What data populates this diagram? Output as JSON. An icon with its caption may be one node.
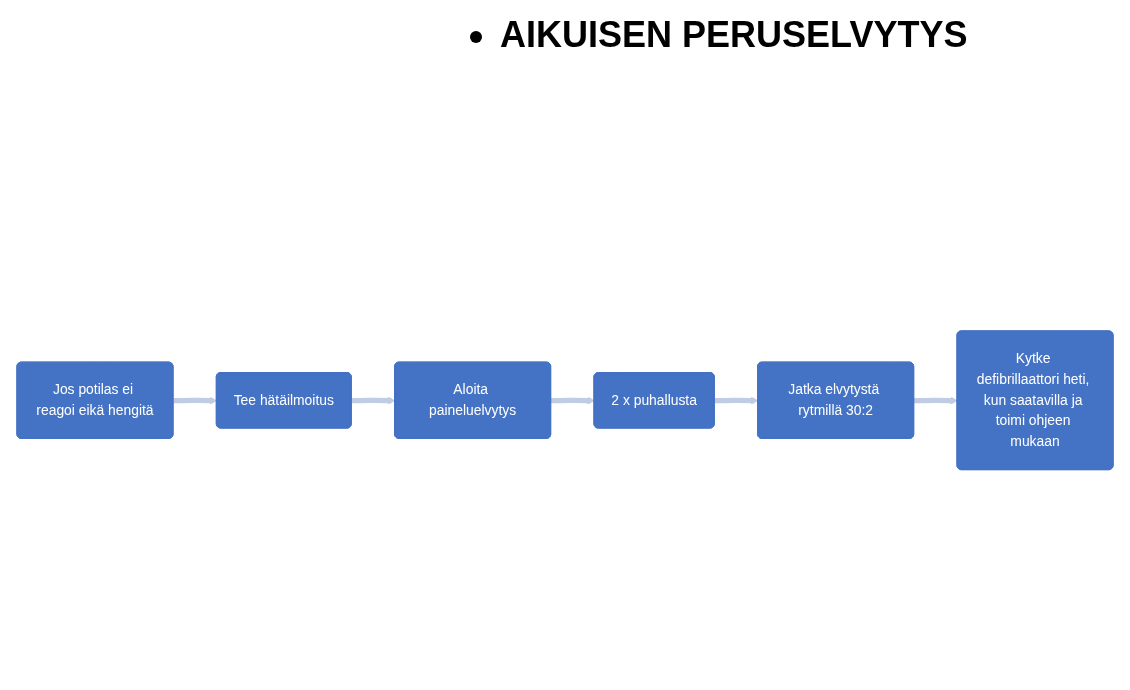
{
  "diagram": {
    "title": "AIKUISEN PERUSELVYTYS",
    "nodes": [
      {
        "text": [
          "Jos potilas ei reagoi eikä hengitä"
        ]
      },
      {
        "text": [
          "Tee hätäilmoitus"
        ]
      },
      {
        "text": [
          "Aloita paineluelvytys"
        ]
      },
      {
        "text": [
          "2 x puhallusta"
        ]
      },
      {
        "text": [
          "Jatka elvytystä rytmillä 30:2"
        ]
      },
      {
        "text": [
          "Kytke defibrillaattori heti, kun saatavilla ja toimi ohjeen mukaan"
        ]
      }
    ],
    "edges": [
      {
        "from": 0,
        "to": 1,
        "arrow": "to"
      },
      {
        "from": 1,
        "to": 2,
        "arrow": "to"
      },
      {
        "from": 2,
        "to": 3,
        "arrow": "to"
      },
      {
        "from": 3,
        "to": 4,
        "arrow": "to"
      },
      {
        "from": 4,
        "to": 5,
        "arrow": "to"
      }
    ]
  }
}
